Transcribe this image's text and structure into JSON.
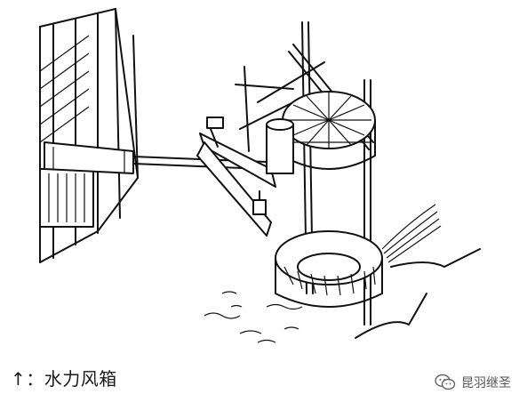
{
  "caption": {
    "text": "↑：水力风箱"
  },
  "watermark": {
    "icon": "wechat-icon",
    "text": "昆羽继圣",
    "color": "#555555"
  },
  "illustration": {
    "subject": "water-powered-bellows-line-drawing"
  }
}
